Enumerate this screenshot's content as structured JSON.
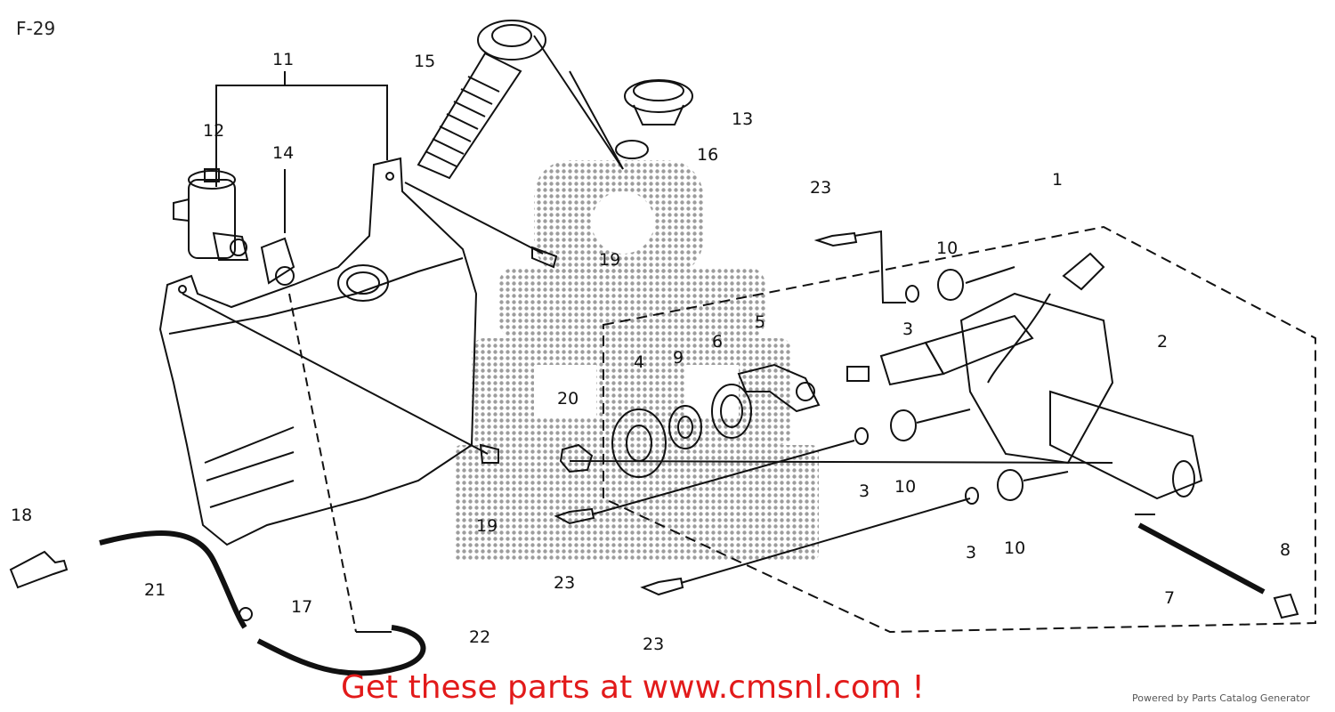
{
  "page": {
    "label": "F-29"
  },
  "callouts": [
    "1",
    "2",
    "3",
    "3",
    "3",
    "4",
    "5",
    "6",
    "7",
    "8",
    "9",
    "10",
    "10",
    "10",
    "11",
    "12",
    "13",
    "14",
    "15",
    "16",
    "17",
    "18",
    "19",
    "19",
    "20",
    "21",
    "22",
    "23",
    "23",
    "23"
  ],
  "banner": {
    "text": "Get these parts at www.cmsnl.com !",
    "color": "#e21a1a"
  },
  "footer": {
    "powered_by": "Powered by Parts Catalog Generator"
  },
  "colors": {
    "line": "#111111",
    "watermark": "#9a9a9a"
  }
}
